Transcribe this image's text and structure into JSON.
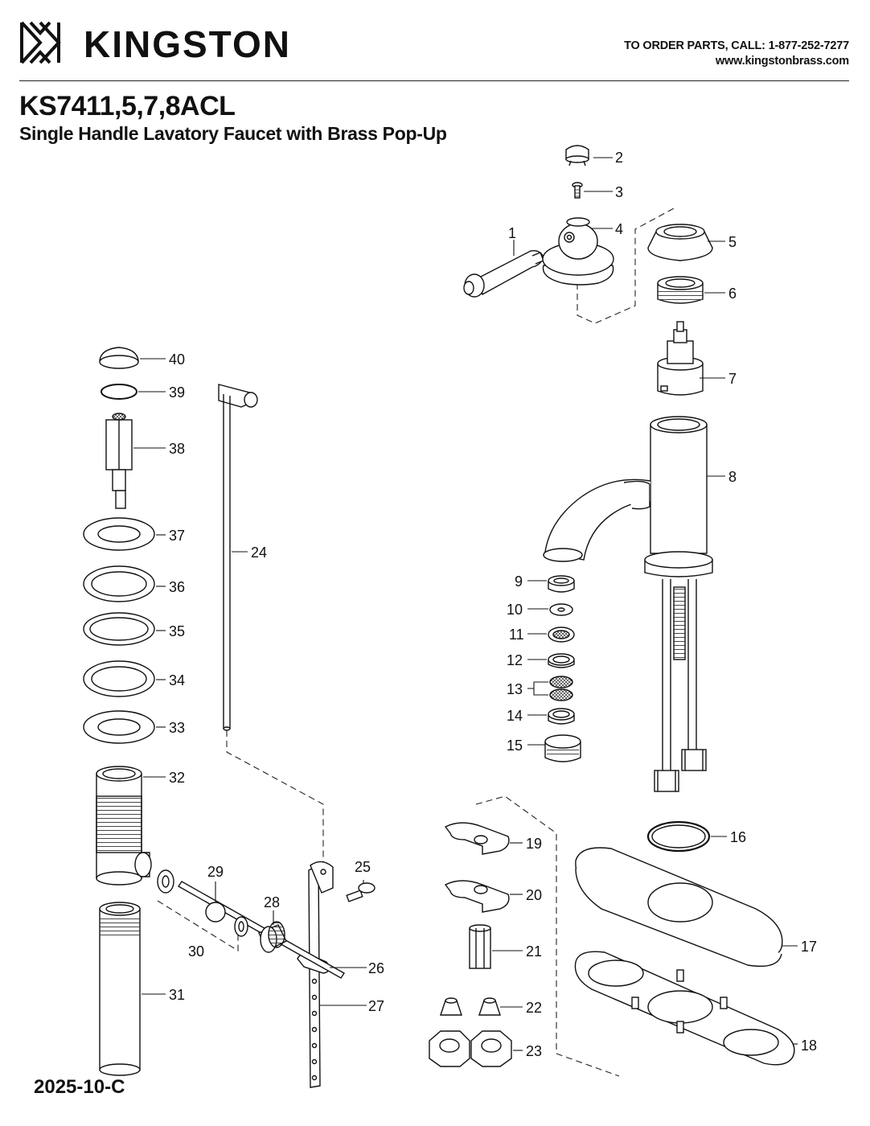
{
  "header": {
    "brand": "KINGSTON",
    "order_line": "TO ORDER PARTS, CALL: 1-877-252-7277",
    "website": "www.kingstonbrass.com"
  },
  "product": {
    "model": "KS7411,5,7,8ACL",
    "description": "Single Handle Lavatory Faucet with Brass Pop-Up"
  },
  "footer": {
    "doc_code": "2025-10-C"
  },
  "callouts": {
    "p1": "1",
    "p2": "2",
    "p3": "3",
    "p4": "4",
    "p5": "5",
    "p6": "6",
    "p7": "7",
    "p8": "8",
    "p9": "9",
    "p10": "10",
    "p11": "11",
    "p12": "12",
    "p13": "13",
    "p14": "14",
    "p15": "15",
    "p16": "16",
    "p17": "17",
    "p18": "18",
    "p19": "19",
    "p20": "20",
    "p21": "21",
    "p22": "22",
    "p23": "23",
    "p24": "24",
    "p25": "25",
    "p26": "26",
    "p27": "27",
    "p28": "28",
    "p29": "29",
    "p30": "30",
    "p31": "31",
    "p32": "32",
    "p33": "33",
    "p34": "34",
    "p35": "35",
    "p36": "36",
    "p37": "37",
    "p38": "38",
    "p39": "39",
    "p40": "40"
  }
}
